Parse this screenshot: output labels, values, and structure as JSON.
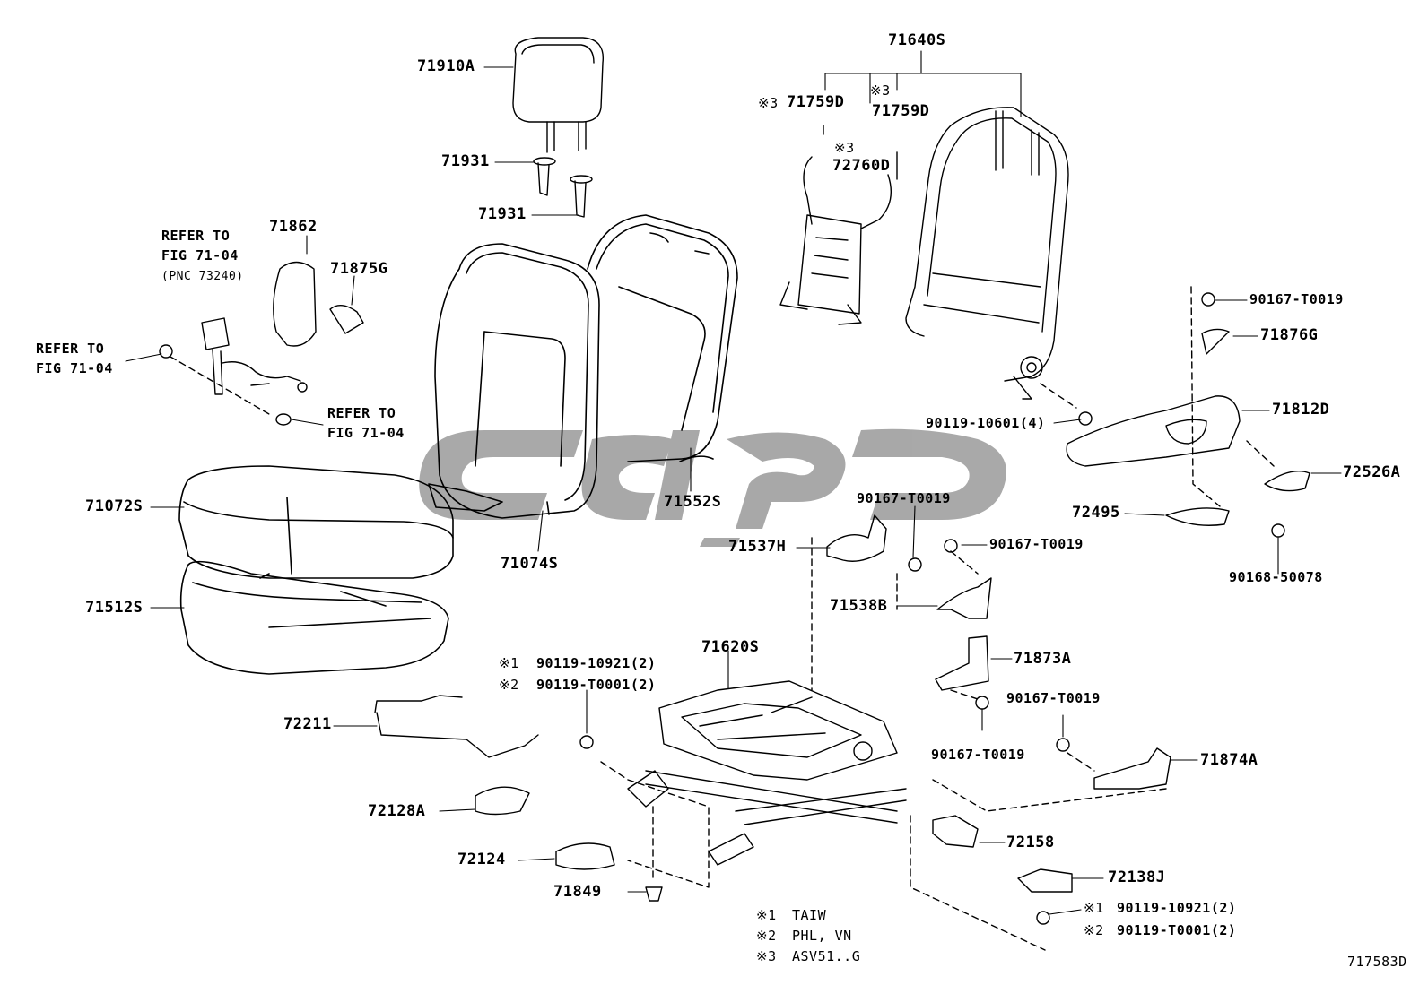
{
  "diagram": {
    "code": "717583D",
    "colors": {
      "line": "#000000",
      "watermark": "#9a9a9a"
    },
    "labels": {
      "headrest": "71910A",
      "guide_1": "71931",
      "guide_2": "71931",
      "frame_assy": "71640S",
      "clip_a_mark": "※3",
      "clip_a": "71759D",
      "clip_b_mark": "※3",
      "clip_b": "71759D",
      "spring_mark": "※3",
      "spring": "72760D",
      "belt_refer_1": "REFER TO",
      "belt_refer_2": "FIG 71-04",
      "belt_refer_3": "(PNC 73240)",
      "cover_71862": "71862",
      "cover_71875g": "71875G",
      "left_refer_1": "REFER TO",
      "left_refer_2": "FIG 71-04",
      "lower_refer_1": "REFER TO",
      "lower_refer_2": "FIG 71-04",
      "screw_71876_top": "90167-T0019",
      "cover_71876g": "71876G",
      "bolt_frame": "90119-10601(4)",
      "shield_71812d": "71812D",
      "knob_72526a": "72526A",
      "cushion_71072s": "71072S",
      "back_71552s": "71552S",
      "back_pad_71074s": "71074S",
      "screw_mid_1": "90167-T0019",
      "cover_71537h": "71537H",
      "screw_mid_2": "90167-T0019",
      "lever_72495": "72495",
      "bolt_90168": "90168-50078",
      "pad_71512s": "71512S",
      "bracket_71538b": "71538B",
      "adjuster_71620s": "71620S",
      "bolt_note1_mark": "※1",
      "bolt_note1": "90119-10921(2)",
      "bolt_note2_mark": "※2",
      "bolt_note2": "90119-T0001(2)",
      "bracket_71873a": "71873A",
      "wire_72211": "72211",
      "screw_71873": "90167-T0019",
      "screw_right_top": "90167-T0019",
      "cover_71874a": "71874A",
      "cover_72128a": "72128A",
      "cover_72158": "72158",
      "cover_72124": "72124",
      "cover_72138j": "72138J",
      "clip_71849": "71849",
      "bolt_r_note1_mark": "※1",
      "bolt_r_note1": "90119-10921(2)",
      "bolt_r_note2_mark": "※2",
      "bolt_r_note2": "90119-T0001(2)"
    },
    "notes": [
      {
        "mark": "※1",
        "text": "TAIW"
      },
      {
        "mark": "※2",
        "text": "PHL, VN"
      },
      {
        "mark": "※3",
        "text": "ASV51..G"
      }
    ]
  }
}
